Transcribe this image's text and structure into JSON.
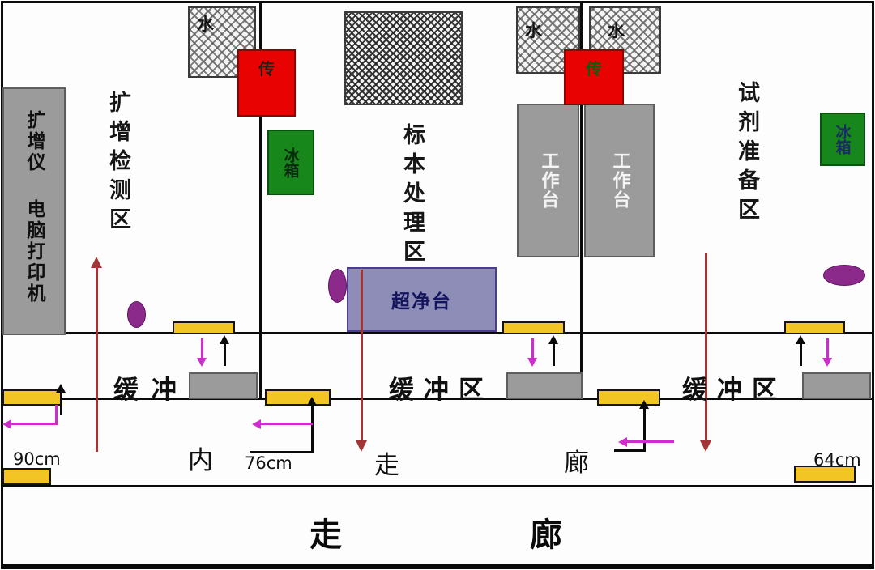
{
  "zones": {
    "left": {
      "label": "扩增检测区"
    },
    "middle": {
      "label": "标本处理区"
    },
    "right": {
      "label": "试剂准备区"
    }
  },
  "equipment": {
    "amplifier": "扩增仪",
    "computer_printer": "电脑打印机",
    "clean_bench": "超净台",
    "workbench": "工作台",
    "fridge": "冰箱",
    "sink": "水",
    "pass_window": "传"
  },
  "buffer_zones": {
    "left": "缓冲",
    "middle": "缓冲区",
    "right": "缓冲区"
  },
  "inner_corridor": {
    "char1": "内",
    "char2": "走",
    "char3": "廊"
  },
  "corridor": {
    "char1": "走",
    "char2": "廊"
  },
  "measurements": {
    "left": "90cm",
    "middle": "76cm",
    "right": "64cm"
  },
  "colors": {
    "wall": "#0a0a0a",
    "equipment_gray": "#9b9b9b",
    "door_yellow": "#f3c524",
    "pass_window_red": "#e80202",
    "fridge_green": "#17871c",
    "clean_bench_blue": "#8d8db8",
    "person_purple": "#8b2a8b",
    "flow_dark_red": "#a23535",
    "flow_magenta": "#cc2ecc"
  }
}
